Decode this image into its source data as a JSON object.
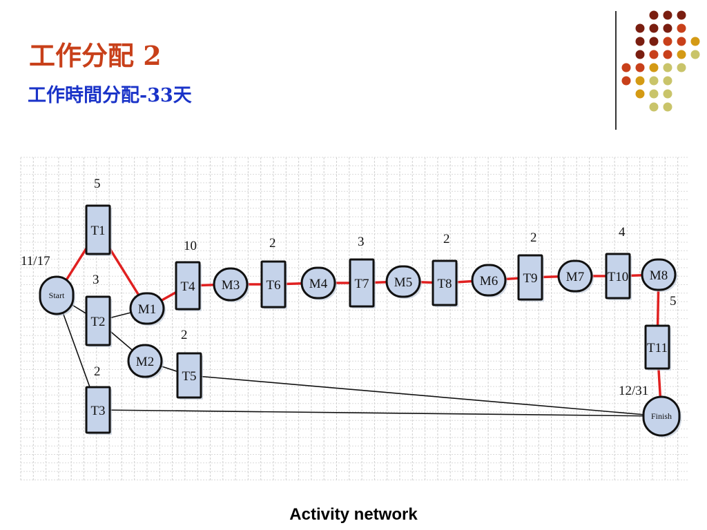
{
  "header": {
    "title": "工作分配 2",
    "subtitle": "工作時間分配-33天"
  },
  "colors": {
    "title": "#c8401a",
    "subtitle": "#1a33c8",
    "critical_path": "#e02020",
    "normal_link": "#111111",
    "node_fill": "#c5d3ea",
    "node_border": "#111111",
    "decor_dots": [
      "#7a1e10",
      "#c8401a",
      "#d49a14",
      "#c9c46a"
    ]
  },
  "diagram": {
    "caption": "Activity network",
    "start_date": "11/17",
    "finish_date": "12/31",
    "nodes": [
      {
        "id": "Start",
        "label": "Start",
        "kind": "milestone"
      },
      {
        "id": "T1",
        "label": "T1",
        "kind": "task",
        "duration": "5"
      },
      {
        "id": "T2",
        "label": "T2",
        "kind": "task",
        "duration": "3"
      },
      {
        "id": "T3",
        "label": "T3",
        "kind": "task",
        "duration": "2"
      },
      {
        "id": "M1",
        "label": "M1",
        "kind": "milestone"
      },
      {
        "id": "M2",
        "label": "M2",
        "kind": "milestone"
      },
      {
        "id": "T4",
        "label": "T4",
        "kind": "task",
        "duration": "10"
      },
      {
        "id": "T5",
        "label": "T5",
        "kind": "task",
        "duration": "2"
      },
      {
        "id": "M3",
        "label": "M3",
        "kind": "milestone"
      },
      {
        "id": "T6",
        "label": "T6",
        "kind": "task",
        "duration": "2"
      },
      {
        "id": "M4",
        "label": "M4",
        "kind": "milestone"
      },
      {
        "id": "T7",
        "label": "T7",
        "kind": "task",
        "duration": "3"
      },
      {
        "id": "M5",
        "label": "M5",
        "kind": "milestone"
      },
      {
        "id": "T8",
        "label": "T8",
        "kind": "task",
        "duration": "2"
      },
      {
        "id": "M6",
        "label": "M6",
        "kind": "milestone"
      },
      {
        "id": "T9",
        "label": "T9",
        "kind": "task",
        "duration": "2"
      },
      {
        "id": "M7",
        "label": "M7",
        "kind": "milestone"
      },
      {
        "id": "T10",
        "label": "T10",
        "kind": "task",
        "duration": "4"
      },
      {
        "id": "M8",
        "label": "M8",
        "kind": "milestone"
      },
      {
        "id": "T11",
        "label": "T11",
        "kind": "task",
        "duration": "5"
      },
      {
        "id": "Finish",
        "label": "Finish",
        "kind": "milestone"
      }
    ],
    "edges": [
      {
        "from": "Start",
        "to": "T1",
        "critical": true
      },
      {
        "from": "T1",
        "to": "M1",
        "critical": true
      },
      {
        "from": "M1",
        "to": "T4",
        "critical": true
      },
      {
        "from": "T4",
        "to": "M3",
        "critical": true
      },
      {
        "from": "M3",
        "to": "T6",
        "critical": true
      },
      {
        "from": "T6",
        "to": "M4",
        "critical": true
      },
      {
        "from": "M4",
        "to": "T7",
        "critical": true
      },
      {
        "from": "T7",
        "to": "M5",
        "critical": true
      },
      {
        "from": "M5",
        "to": "T8",
        "critical": true
      },
      {
        "from": "T8",
        "to": "M6",
        "critical": true
      },
      {
        "from": "M6",
        "to": "T9",
        "critical": true
      },
      {
        "from": "T9",
        "to": "M7",
        "critical": true
      },
      {
        "from": "M7",
        "to": "T10",
        "critical": true
      },
      {
        "from": "T10",
        "to": "M8",
        "critical": true
      },
      {
        "from": "M8",
        "to": "T11",
        "critical": true
      },
      {
        "from": "T11",
        "to": "Finish",
        "critical": true
      },
      {
        "from": "Start",
        "to": "T2",
        "critical": false
      },
      {
        "from": "Start",
        "to": "T3",
        "critical": false
      },
      {
        "from": "T2",
        "to": "M1",
        "critical": false
      },
      {
        "from": "T2",
        "to": "M2",
        "critical": false
      },
      {
        "from": "M2",
        "to": "T5",
        "critical": false
      },
      {
        "from": "T5",
        "to": "Finish",
        "critical": false
      },
      {
        "from": "T3",
        "to": "Finish",
        "critical": false
      }
    ]
  }
}
